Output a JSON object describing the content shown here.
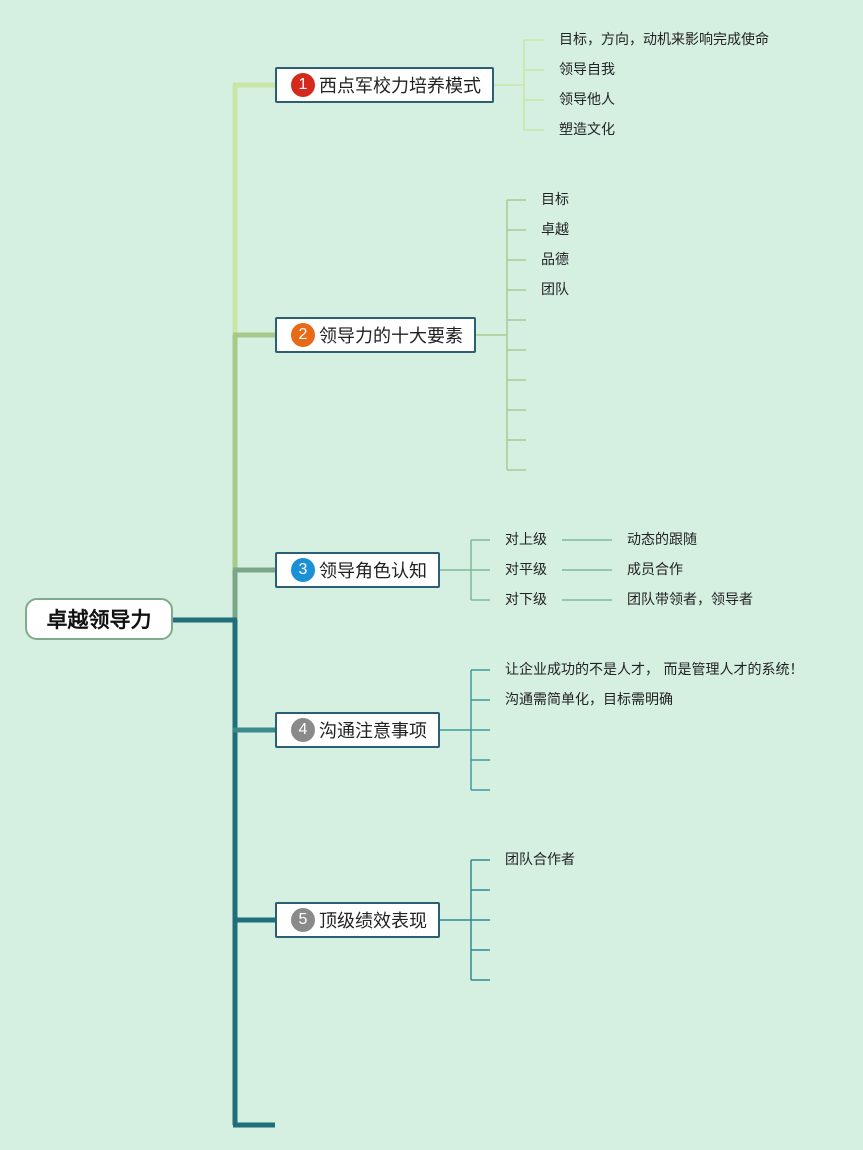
{
  "root": {
    "label": "卓越领导力"
  },
  "topics": [
    {
      "num": "1",
      "label": "西点军校力培养模式",
      "badge_color": "#d42a1e",
      "leaves": [
        "目标，方向，动机来影响完成使命",
        "领导自我",
        "领导他人",
        "塑造文化"
      ]
    },
    {
      "num": "2",
      "label": "领导力的十大要素",
      "badge_color": "#e86a17",
      "leaves": [
        "目标",
        "卓越",
        "品德",
        "团队"
      ]
    },
    {
      "num": "3",
      "label": "领导角色认知",
      "badge_color": "#1b90d6",
      "leaves": [
        "对上级",
        "对平级",
        "对下级"
      ],
      "subleaves": [
        "动态的跟随",
        "成员合作",
        "团队带领者，领导者"
      ]
    },
    {
      "num": "4",
      "label": "沟通注意事项",
      "badge_color": "#8a8a8a",
      "leaves": [
        "让企业成功的不是人才， 而是管理人才的系统！",
        "沟通需简单化，目标需明确"
      ]
    },
    {
      "num": "5",
      "label": "顶级绩效表现",
      "badge_color": "#8a8a8a",
      "leaves": [
        "团队合作者"
      ]
    }
  ],
  "colors": {
    "branch_1": "#c9e6a6",
    "branch_2": "#a8c98a",
    "branch_3": "#7aa68a",
    "branch_4": "#3d8a8a",
    "branch_5": "#1f6e7a",
    "leaf_line_1": "#c9e6a6",
    "leaf_line_2": "#a8cc90",
    "leaf_line_3": "#7fb89a",
    "leaf_line_4": "#3f9a9a",
    "leaf_line_5": "#2f8a92"
  }
}
